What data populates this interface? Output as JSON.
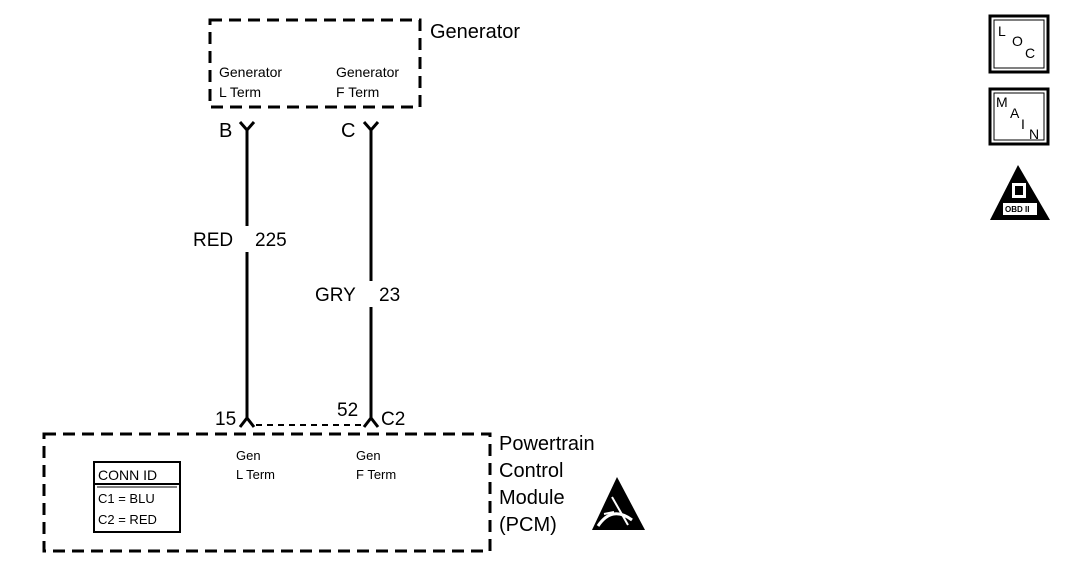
{
  "generator": {
    "title": "Generator",
    "l_term": {
      "line1": "Generator",
      "line2": "L Term",
      "pin": "B"
    },
    "f_term": {
      "line1": "Generator",
      "line2": "F Term",
      "pin": "C"
    }
  },
  "wires": [
    {
      "color": "RED",
      "circuit": "225"
    },
    {
      "color": "GRY",
      "circuit": "23"
    }
  ],
  "pcm": {
    "title_lines": [
      "Powertrain",
      "Control",
      "Module",
      "(PCM)"
    ],
    "l_term": {
      "line1": "Gen",
      "line2": "L Term",
      "pin": "15"
    },
    "f_term": {
      "line1": "Gen",
      "line2": "F Term",
      "pin": "52",
      "connector": "C2"
    },
    "conn_id": {
      "header": "CONN ID",
      "rows": [
        "C1 = BLU",
        "C2 = RED"
      ]
    }
  },
  "icons": {
    "loc": {
      "letters": [
        "L",
        "O",
        "C"
      ]
    },
    "main": {
      "letters": [
        "M",
        "A",
        "I",
        "N"
      ]
    },
    "obd": {
      "label": "OBD II",
      "icon": "obd-ii-triangle-icon"
    },
    "esd": {
      "icon": "esd-sensitive-icon"
    }
  }
}
